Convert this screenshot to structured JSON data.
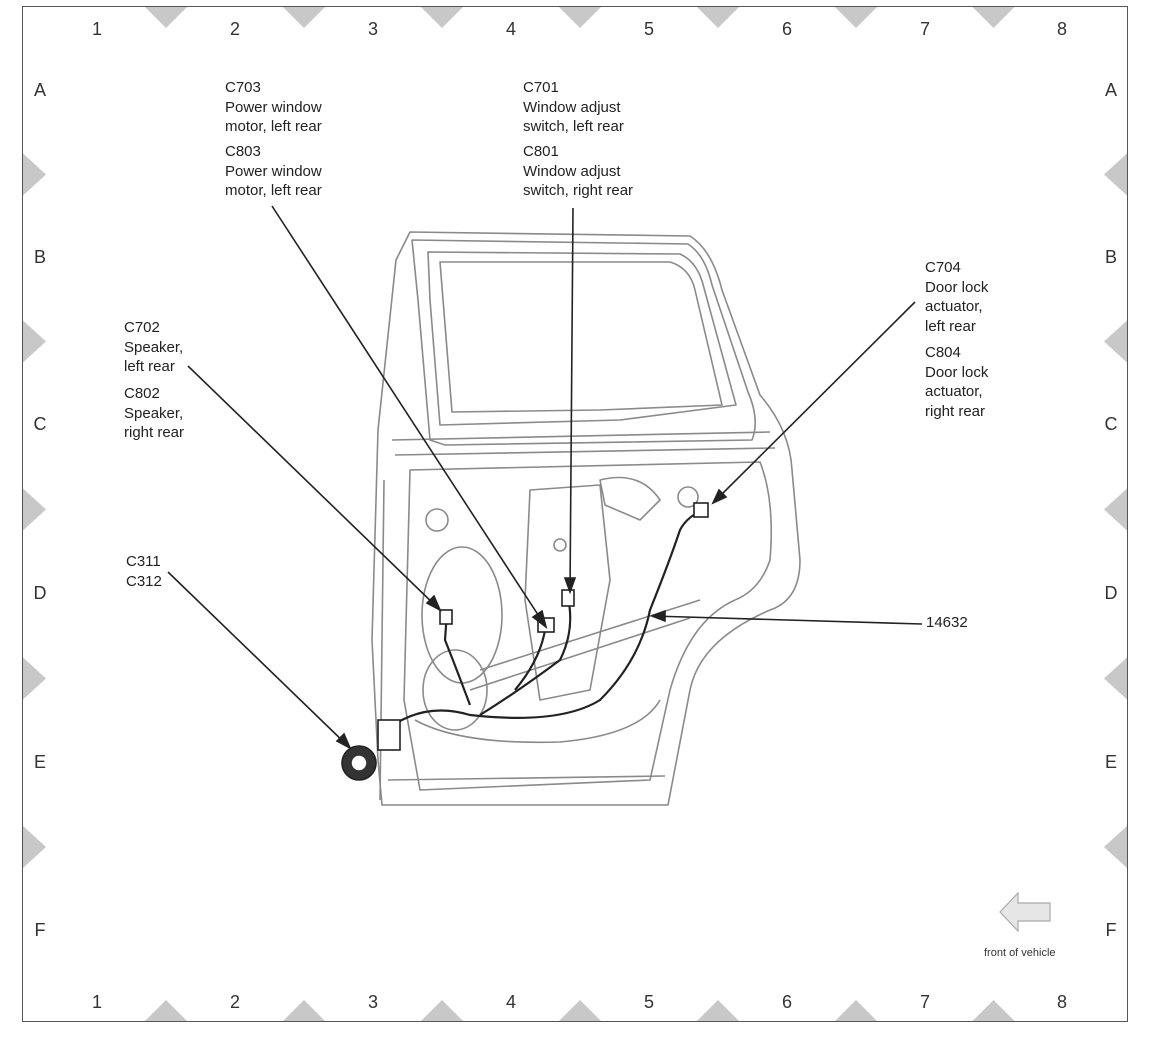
{
  "grid": {
    "columns": [
      "1",
      "2",
      "3",
      "4",
      "5",
      "6",
      "7",
      "8"
    ],
    "rows": [
      "A",
      "B",
      "C",
      "D",
      "E",
      "F"
    ]
  },
  "callouts": {
    "c703": {
      "lines": [
        "C703",
        "Power window",
        "motor, left rear"
      ]
    },
    "c803": {
      "lines": [
        "C803",
        "Power window",
        "motor, left rear"
      ]
    },
    "c701": {
      "lines": [
        "C701",
        "Window adjust",
        "switch, left rear"
      ]
    },
    "c801": {
      "lines": [
        "C801",
        "Window adjust",
        "switch, right rear"
      ]
    },
    "c704": {
      "lines": [
        "C704",
        "Door lock",
        "actuator,",
        "left rear"
      ]
    },
    "c804": {
      "lines": [
        "C804",
        "Door lock",
        "actuator,",
        "right rear"
      ]
    },
    "c702": {
      "lines": [
        "C702",
        "Speaker,",
        "left rear"
      ]
    },
    "c802": {
      "lines": [
        "C802",
        "Speaker,",
        "right rear"
      ]
    },
    "c311": {
      "lines": [
        "C311",
        "C312"
      ]
    },
    "harness": {
      "lines": [
        "14632"
      ]
    }
  },
  "orientation": {
    "label": "front of vehicle",
    "arrow_icon": "left-arrow-icon"
  },
  "colors": {
    "line": "#222222",
    "door": "#8a8a8a",
    "tick": "#c8c8c8",
    "arrow_fill": "#e6e6e6"
  }
}
